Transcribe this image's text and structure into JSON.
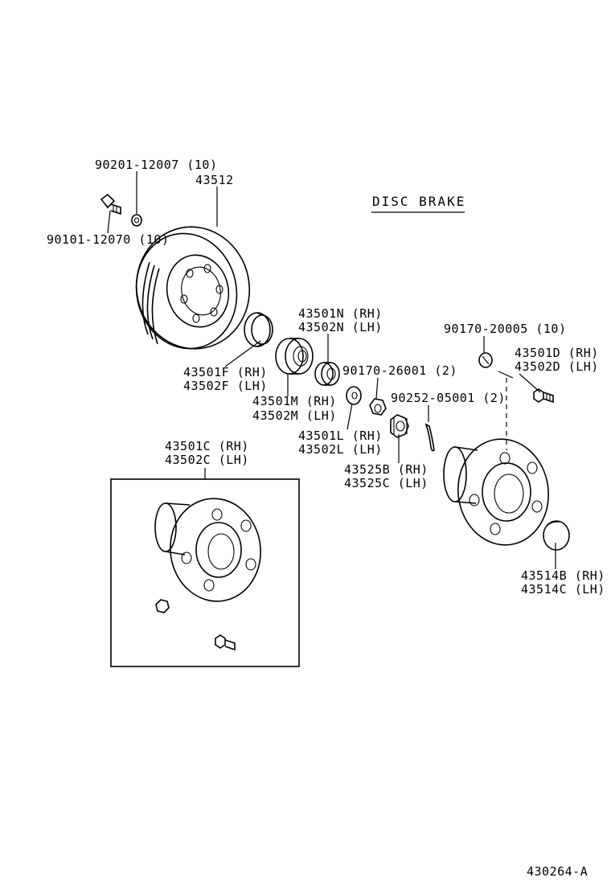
{
  "diagram": {
    "title": "DISC BRAKE",
    "figure_code": "430264-A",
    "labels": {
      "washer_90201": "90201-12007 (10)",
      "rotor_43512": "43512",
      "bolt_90101": "90101-12070 (10)",
      "seal_f_rh": "43501F (RH)",
      "seal_f_lh": "43502F (LH)",
      "bearing_m_rh": "43501M (RH)",
      "bearing_m_lh": "43502M (LH)",
      "bearing_n_rh": "43501N (RH)",
      "bearing_n_lh": "43502N (LH)",
      "washer_l_rh": "43501L (RH)",
      "washer_l_lh": "43502L (LH)",
      "nut_90170_26001": "90170-26001 (2)",
      "pin_90252": "90252-05001 (2)",
      "lock_b_rh": "43525B (RH)",
      "lock_c_lh": "43525C (LH)",
      "nut_90170_20005": "90170-20005 (10)",
      "bolt_d_rh": "43501D (RH)",
      "bolt_d_lh": "43502D (LH)",
      "cap_b_rh": "43514B (RH)",
      "cap_c_lh": "43514C (LH)",
      "hub_c_rh": "43501C (RH)",
      "hub_c_lh": "43502C (LH)"
    }
  }
}
